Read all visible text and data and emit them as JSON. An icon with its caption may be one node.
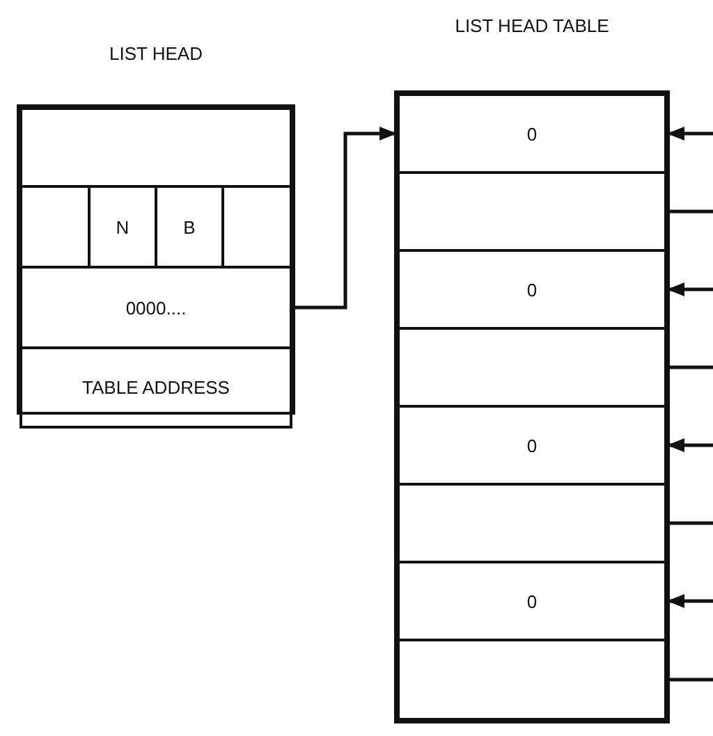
{
  "diagram": {
    "nodes": [
      {
        "text": [
          "LIST HEAD"
        ]
      },
      {
        "text": [],
        "shape": "box",
        "in": 0
      },
      {
        "text": [],
        "shape": "box",
        "in": 0
      },
      {
        "text": [
          "N"
        ],
        "in": 0
      },
      {
        "text": [
          "B"
        ],
        "in": 0
      },
      {
        "text": [],
        "shape": "box",
        "in": 0
      },
      {
        "text": [
          "0000...."
        ],
        "in": 0
      },
      {
        "text": [
          "TABLE ADDRESS"
        ],
        "in": 0
      },
      {
        "text": [
          "LIST HEAD TABLE"
        ]
      },
      {
        "text": [
          "0"
        ],
        "in": 8
      },
      {
        "text": [],
        "shape": "box",
        "in": 8
      },
      {
        "text": [
          "0"
        ],
        "in": 8
      },
      {
        "text": [],
        "shape": "box",
        "in": 8
      },
      {
        "text": [
          "0"
        ],
        "in": 8
      },
      {
        "text": [],
        "shape": "box",
        "in": 8
      },
      {
        "text": [
          "0"
        ],
        "in": 8
      },
      {
        "text": [],
        "shape": "box",
        "in": 8
      }
    ],
    "edges": [
      {
        "from": 6,
        "to": 9,
        "arrow": "to"
      },
      {
        "from": null,
        "to": 9,
        "arrow": "to"
      },
      {
        "from": 10,
        "to": null,
        "arrow": "none"
      },
      {
        "from": null,
        "to": 11,
        "arrow": "to"
      },
      {
        "from": 12,
        "to": null,
        "arrow": "none"
      },
      {
        "from": null,
        "to": 13,
        "arrow": "to"
      },
      {
        "from": 14,
        "to": null,
        "arrow": "none"
      },
      {
        "from": null,
        "to": 15,
        "arrow": "to"
      },
      {
        "from": 16,
        "to": null,
        "arrow": "none"
      }
    ]
  }
}
